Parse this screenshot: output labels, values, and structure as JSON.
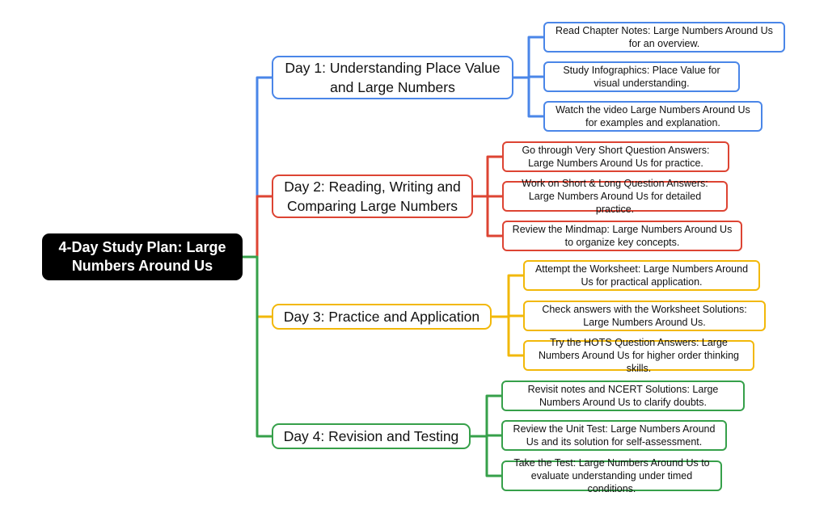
{
  "title": "4-Day Study Plan: Large Numbers Around Us",
  "colors": {
    "day1": "#4a86e8",
    "day2": "#dd4433",
    "day3": "#f2b809",
    "day4": "#36a04a",
    "root_bg": "#000000"
  },
  "days": [
    {
      "label": "Day 1: Understanding Place Value and Large Numbers",
      "tasks": [
        "Read Chapter Notes: Large Numbers Around Us for an overview.",
        "Study Infographics: Place Value for visual understanding.",
        "Watch the video Large Numbers Around Us for examples and explanation."
      ]
    },
    {
      "label": "Day 2: Reading, Writing and Comparing Large Numbers",
      "tasks": [
        "Go through Very Short Question Answers: Large Numbers Around Us for practice.",
        "Work on Short & Long Question Answers: Large Numbers Around Us for detailed practice.",
        "Review the Mindmap: Large Numbers Around Us to organize key concepts."
      ]
    },
    {
      "label": "Day 3: Practice and Application",
      "tasks": [
        "Attempt the Worksheet: Large Numbers Around Us for practical application.",
        "Check answers with the Worksheet Solutions: Large Numbers Around Us.",
        "Try the HOTS Question Answers: Large Numbers Around Us for higher order thinking skills."
      ]
    },
    {
      "label": "Day 4: Revision and Testing",
      "tasks": [
        "Revisit notes and NCERT Solutions: Large Numbers Around Us to clarify doubts.",
        "Review the Unit Test: Large Numbers Around Us and its solution for self-assessment.",
        "Take the Test: Large Numbers Around Us to evaluate understanding under timed conditions."
      ]
    }
  ]
}
